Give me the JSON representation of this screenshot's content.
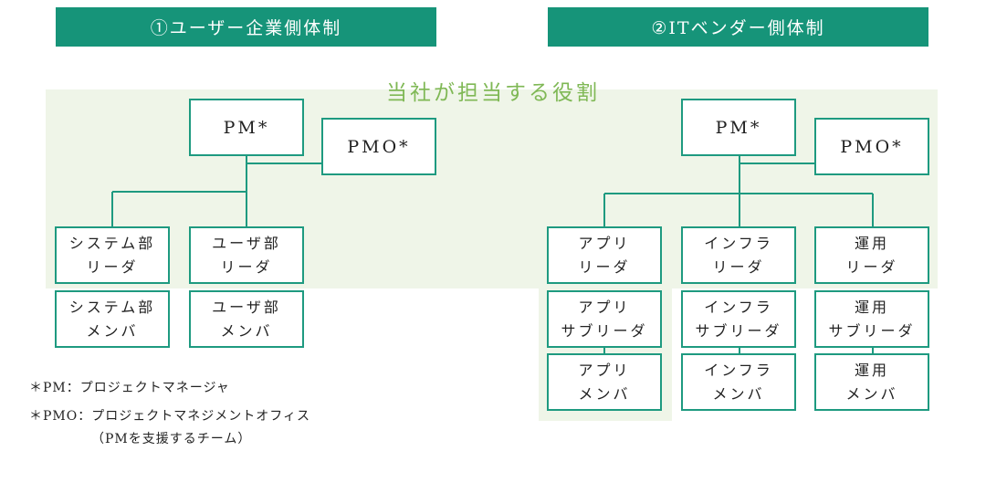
{
  "headers": {
    "user": "①ユーザー企業側体制",
    "vendor": "②ITベンダー側体制"
  },
  "shade_label": "当社が担当する役割",
  "user_org": {
    "pm": "PM*",
    "pmo": "PMO*",
    "system_leader": [
      "システム部",
      "リーダ"
    ],
    "user_leader": [
      "ユーザ部",
      "リーダ"
    ],
    "system_member": [
      "システム部",
      "メンバ"
    ],
    "user_member": [
      "ユーザ部",
      "メンバ"
    ]
  },
  "vendor_org": {
    "pm": "PM*",
    "pmo": "PMO*",
    "app_leader": [
      "アプリ",
      "リーダ"
    ],
    "infra_leader": [
      "インフラ",
      "リーダ"
    ],
    "ops_leader": [
      "運用",
      "リーダ"
    ],
    "app_subleader": [
      "アプリ",
      "サブリーダ"
    ],
    "infra_subleader": [
      "インフラ",
      "サブリーダ"
    ],
    "ops_subleader": [
      "運用",
      "サブリーダ"
    ],
    "app_member": [
      "アプリ",
      "メンバ"
    ],
    "infra_member": [
      "インフラ",
      "メンバ"
    ],
    "ops_member": [
      "運用",
      "メンバ"
    ]
  },
  "notes": {
    "pm": "＊PM：プロジェクトマネージャ",
    "pmo": "＊PMO：プロジェクトマネジメントオフィス",
    "pmo_sub": "（PMを支援するチーム）"
  },
  "colors": {
    "header_bg": "#169479",
    "border": "#1e9a80",
    "shade": "#eff5e8",
    "shade_label": "#7fb855"
  }
}
